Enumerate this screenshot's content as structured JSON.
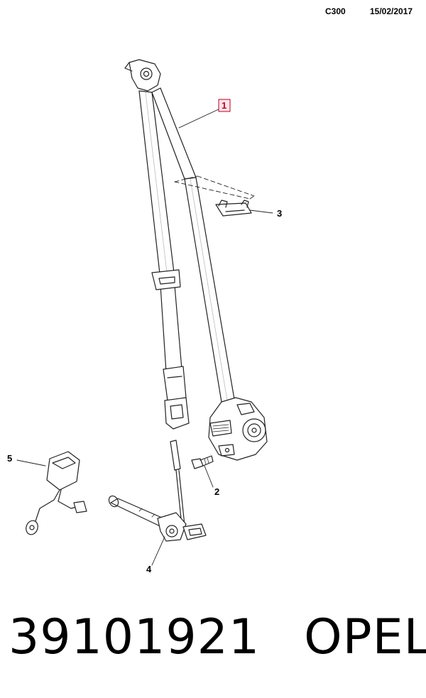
{
  "header": {
    "code": "C300",
    "date": "15/02/2017"
  },
  "callouts": [
    "1",
    "2",
    "3",
    "4",
    "5"
  ],
  "footer": {
    "part_number": "39101921",
    "brand": "OPEL"
  }
}
